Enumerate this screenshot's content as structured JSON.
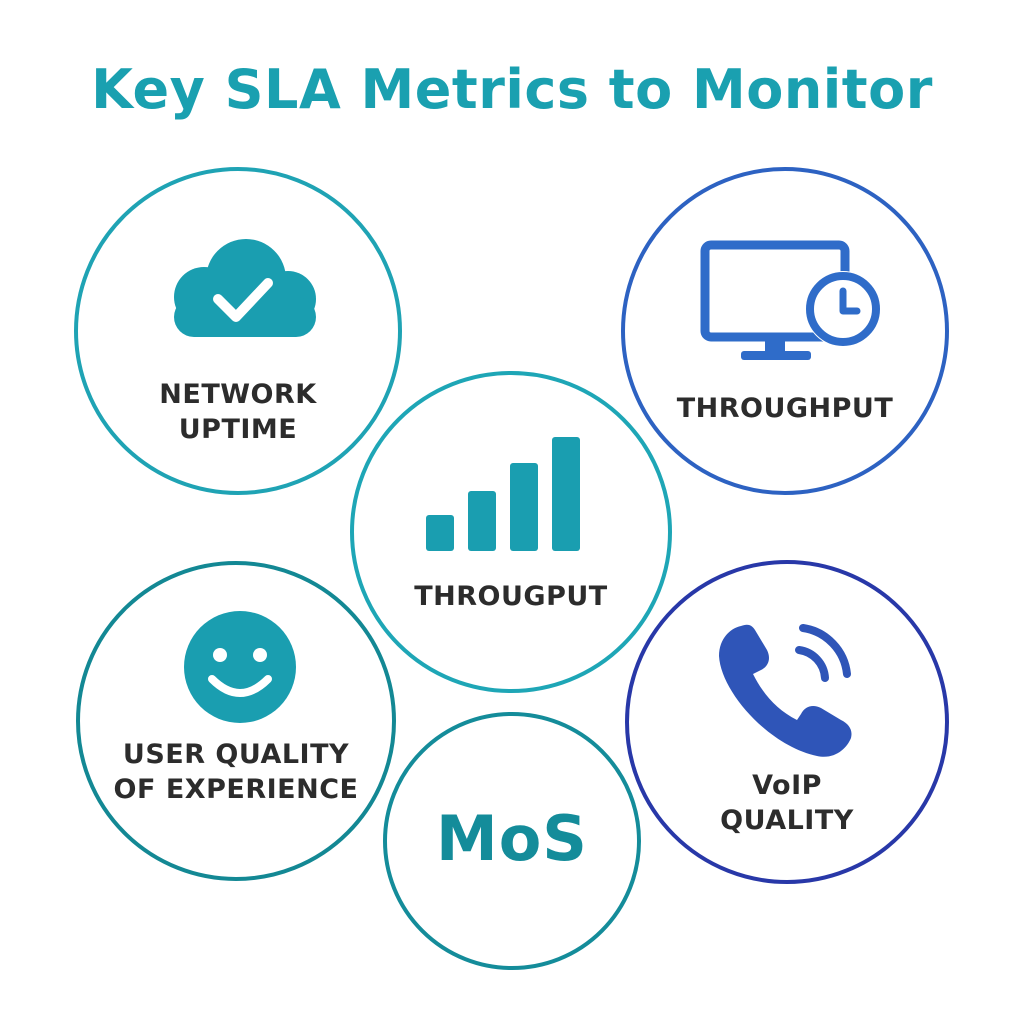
{
  "title": "Key SLA Metrics to Monitor",
  "colors": {
    "title": "#1aa0b0",
    "teal": "#1a9eb0",
    "teal_dark": "#148c9a",
    "blue": "#2f5fbd",
    "indigo": "#2b3fa8",
    "text": "#2c2c2c"
  },
  "metrics": {
    "network_uptime": {
      "lines": [
        "NETWORK",
        "UPTIME"
      ],
      "icon": "cloud-check-icon"
    },
    "throughput_top": {
      "lines": [
        "THROUGHPUT"
      ],
      "icon": "monitor-clock-icon"
    },
    "throughput_center": {
      "lines": [
        "THROUGPUT"
      ],
      "icon": "signal-bars-icon"
    },
    "user_qoe": {
      "lines": [
        "USER QUALITY",
        "OF EXPERIENCE"
      ],
      "icon": "smiley-icon"
    },
    "voip": {
      "lines": [
        "VoIP",
        "QUALITY"
      ],
      "icon": "phone-icon"
    },
    "mos": {
      "text": "MoS"
    }
  }
}
